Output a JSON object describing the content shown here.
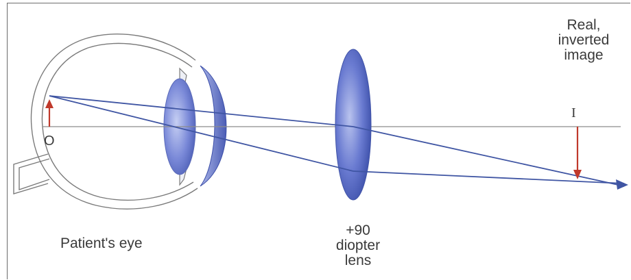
{
  "labels": {
    "object": "O",
    "image": "I",
    "eye_caption": "Patient's eye",
    "lens_caption": "+90\ndiopter\nlens",
    "image_caption": "Real,\ninverted\nimage"
  },
  "colors": {
    "ray": "#3f55a3",
    "axis": "#8c8c8c",
    "eye_outline": "#7a7a7a",
    "lens_fill": "#6677cc",
    "object_arrow": "#c0392b",
    "image_arrow": "#c0392b",
    "text": "#3a3a3a"
  }
}
